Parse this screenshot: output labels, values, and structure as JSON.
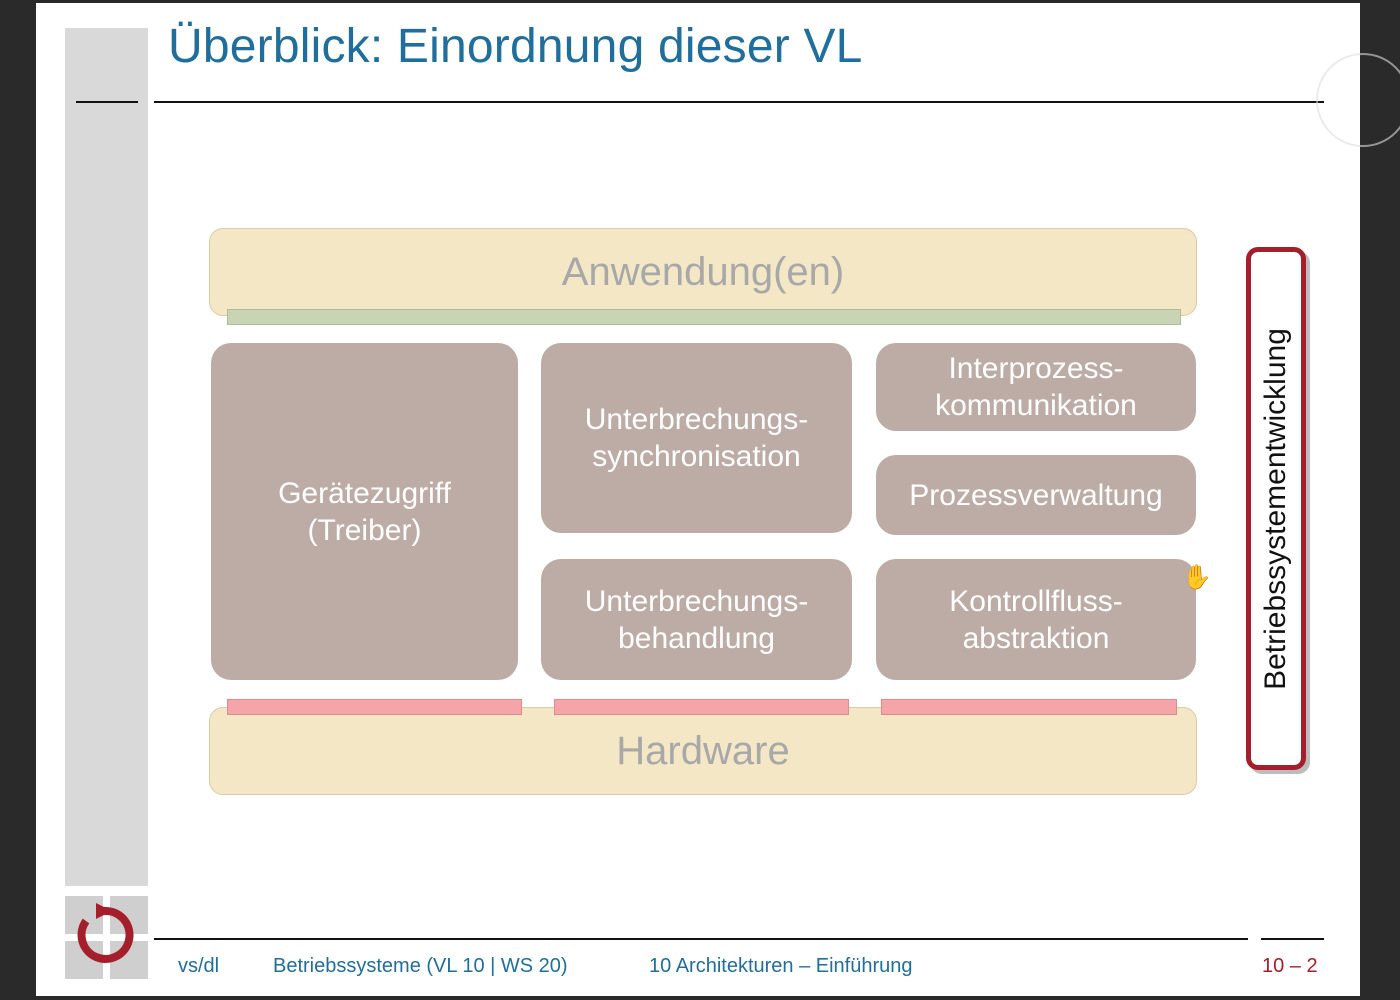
{
  "slide": {
    "title": "Überblick: Einordnung dieser VL",
    "layers": {
      "top": "Anwendung(en)",
      "bottom": "Hardware"
    },
    "modules": {
      "geraetezugriff": "Gerätezugriff\n(Treiber)",
      "unterbrechungssync": "Unterbrechungs-\nsynchronisation",
      "interprozess": "Interprozess-\nkommunikation",
      "prozessverwaltung": "Prozessverwaltung",
      "unterbrechungsbeh": "Unterbrechungs-\nbehandlung",
      "kontrollfluss": "Kontrollfluss-\nabstraktion"
    },
    "side_label": "Betriebssystementwicklung"
  },
  "footer": {
    "author": "vs/dl",
    "course": "Betriebssysteme (VL 10 | WS 20)",
    "chapter": "10 Architekturen – Einführung",
    "page": "10 – 2"
  },
  "colors": {
    "title": "#1f6e9c",
    "accent_red": "#a51e2b",
    "layer_fill": "#f3e7c6",
    "module_fill": "#bcaca5"
  }
}
